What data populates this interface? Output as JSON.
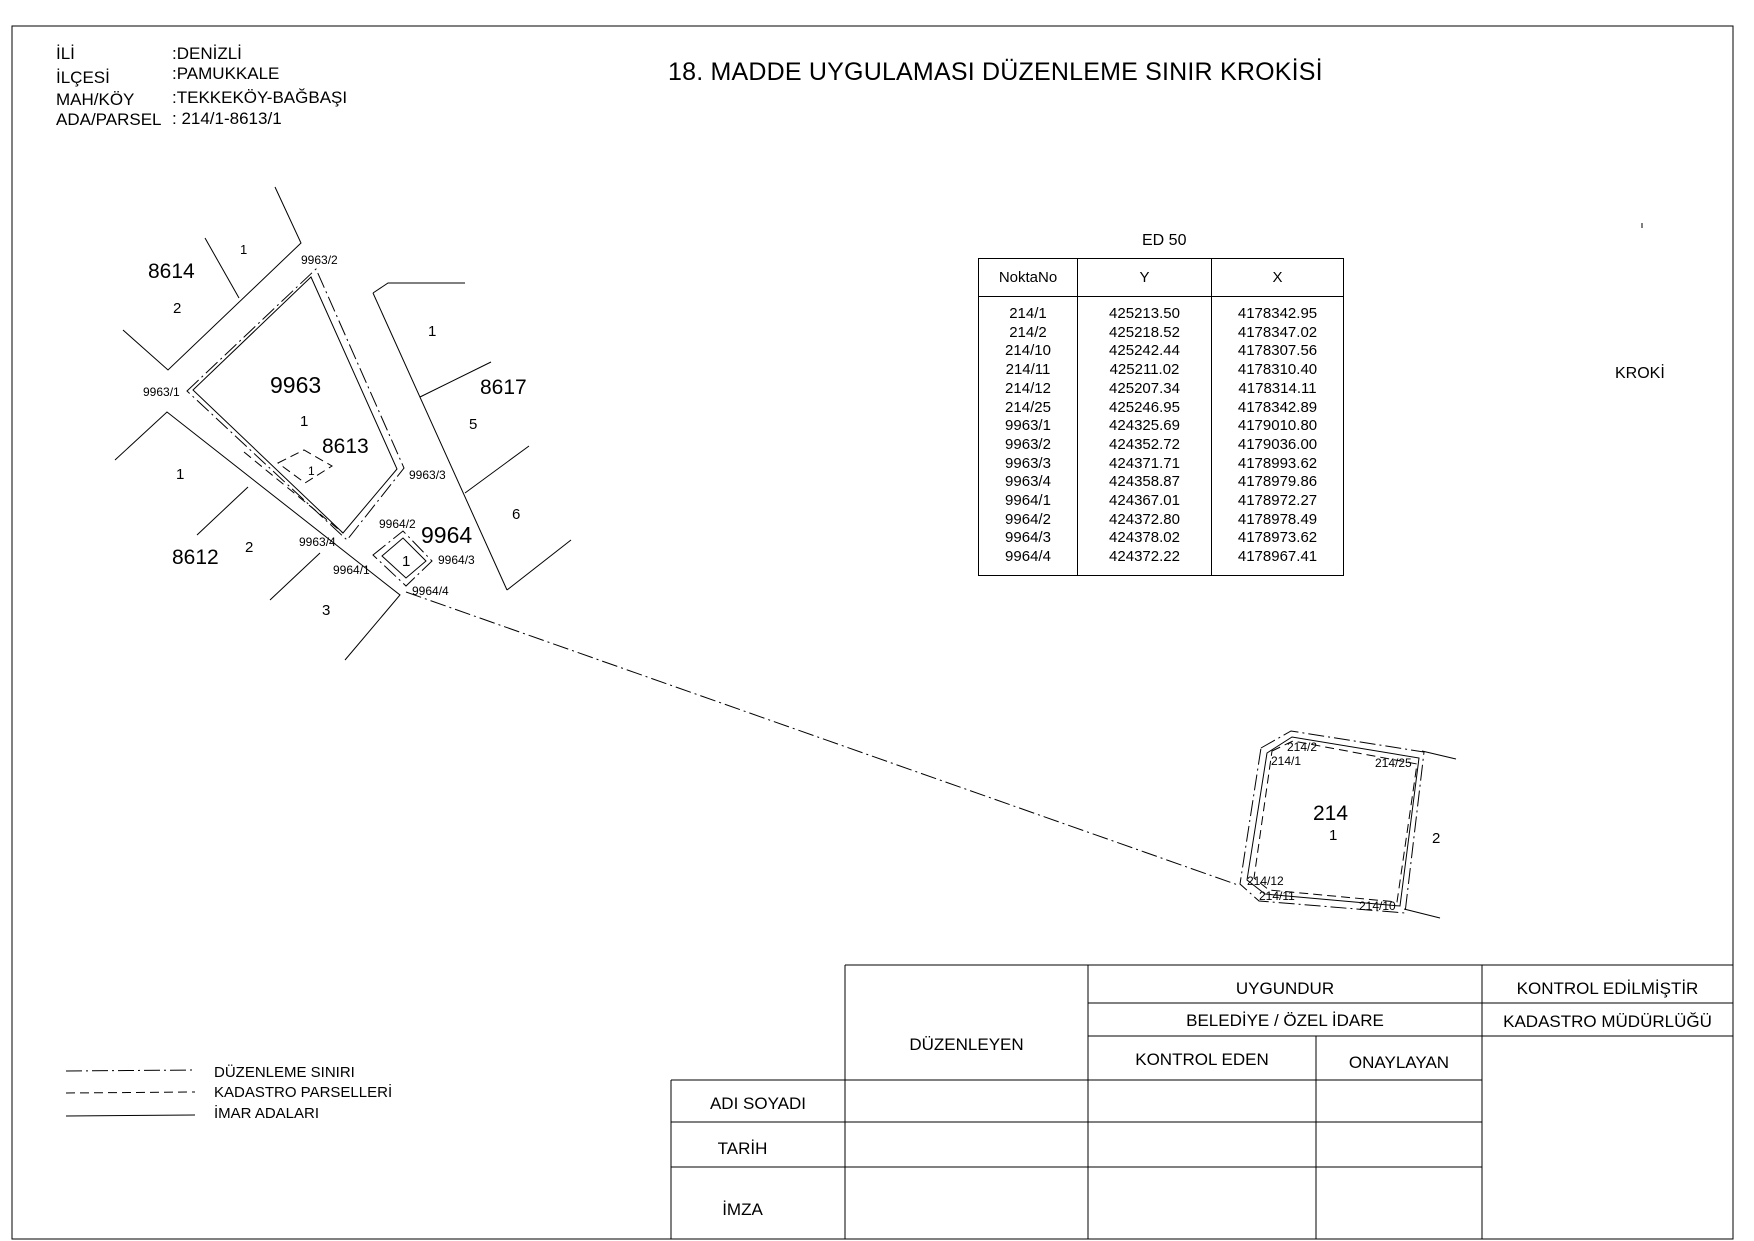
{
  "header": {
    "labels": [
      "İLİ",
      "İLÇESİ",
      "MAH/KÖY",
      "ADA/PARSEL"
    ],
    "values": [
      ":DENİZLİ",
      ":PAMUKKALE",
      ":TEKKEKÖY-BAĞBAŞI",
      ": 214/1-8613/1"
    ]
  },
  "title": "18. MADDE UYGULAMASI DÜZENLEME SINIR KROKİSİ",
  "kroki_label": "KROKİ",
  "coords": {
    "title": "ED 50",
    "columns": [
      "NoktaNo",
      "Y",
      "X"
    ],
    "rows": [
      [
        "214/1",
        "425213.50",
        "4178342.95"
      ],
      [
        "214/2",
        "425218.52",
        "4178347.02"
      ],
      [
        "214/10",
        "425242.44",
        "4178307.56"
      ],
      [
        "214/11",
        "425211.02",
        "4178310.40"
      ],
      [
        "214/12",
        "425207.34",
        "4178314.11"
      ],
      [
        "214/25",
        "425246.95",
        "4178342.89"
      ],
      [
        "9963/1",
        "424325.69",
        "4179010.80"
      ],
      [
        "9963/2",
        "424352.72",
        "4179036.00"
      ],
      [
        "9963/3",
        "424371.71",
        "4178993.62"
      ],
      [
        "9963/4",
        "424358.87",
        "4178979.86"
      ],
      [
        "9964/1",
        "424367.01",
        "4178972.27"
      ],
      [
        "9964/2",
        "424372.80",
        "4178978.49"
      ],
      [
        "9964/3",
        "424378.02",
        "4178973.62"
      ],
      [
        "9964/4",
        "424372.22",
        "4178967.41"
      ]
    ]
  },
  "map": {
    "block_labels": [
      "8614",
      "9963",
      "8617",
      "8613",
      "9964",
      "8612",
      "214"
    ],
    "parcel_labels": [
      "1",
      "2",
      "1",
      "1",
      "5",
      "1",
      "1",
      "6",
      "2",
      "1",
      "3",
      "1",
      "2"
    ],
    "point_labels": [
      "9963/2",
      "9963/1",
      "9963/3",
      "9963/4",
      "9964/2",
      "9964/3",
      "9964/1",
      "9964/4",
      "214/2",
      "214/1",
      "214/25",
      "214/12",
      "214/11",
      "214/10"
    ]
  },
  "legend": [
    "DÜZENLEME SINIRI",
    "KADASTRO PARSELLERİ",
    "İMAR ADALARI"
  ],
  "signature": {
    "duzenleyen": "DÜZENLEYEN",
    "uygundur": "UYGUNDUR",
    "belediye": "BELEDİYE / ÖZEL İDARE",
    "kontrol_eden": "KONTROL EDEN",
    "onaylayan": "ONAYLAYAN",
    "kontrol_edilmistir": "KONTROL EDİLMİŞTİR",
    "kadastro_mudurlugu": "KADASTRO MÜDÜRLÜĞÜ",
    "rows": [
      "ADI SOYADI",
      "TARİH",
      "İMZA"
    ]
  }
}
